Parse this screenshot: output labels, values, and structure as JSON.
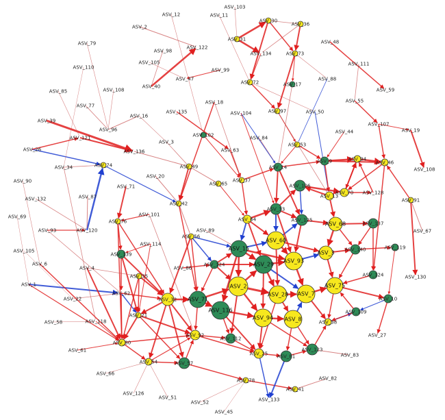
{
  "colors": {
    "edge_positive": "#e02020",
    "edge_positive_light": "#c85050",
    "edge_negative": "#2040d0",
    "node_yellow": "#f7e81e",
    "node_green": "#2e8b57",
    "node_stroke": "#333333",
    "label": "#222222"
  },
  "network": {
    "nodes": [
      {
        "label": "ASV_103",
        "type": "none"
      },
      {
        "label": "ASV_12",
        "type": "none"
      },
      {
        "label": "ASV_11",
        "type": "none"
      },
      {
        "label": "ASV_2",
        "type": "none"
      },
      {
        "label": "ASV_79",
        "type": "none"
      },
      {
        "label": "ASV_98",
        "type": "none"
      },
      {
        "label": "ASV_122",
        "type": "none"
      },
      {
        "label": "ASV_105",
        "type": "none"
      },
      {
        "label": "ASV_110",
        "type": "none"
      },
      {
        "label": "ASV_99",
        "type": "none"
      },
      {
        "label": "ASV_47",
        "type": "none"
      },
      {
        "label": "ASV_40",
        "type": "none"
      },
      {
        "label": "ASV_108",
        "type": "none"
      },
      {
        "label": "ASV_85",
        "type": "none"
      },
      {
        "label": "ASV_77",
        "type": "none"
      },
      {
        "label": "ASV_16",
        "type": "none"
      },
      {
        "label": "ASV_18",
        "type": "none"
      },
      {
        "label": "ASV_135",
        "type": "none"
      },
      {
        "label": "ASV_39",
        "type": "none"
      },
      {
        "label": "ASV_121",
        "type": "none"
      },
      {
        "label": "ASV_96",
        "type": "none"
      },
      {
        "label": "ASV_136",
        "type": "none"
      },
      {
        "label": "ASV_3",
        "type": "none"
      },
      {
        "label": "ASV_102",
        "type": "green"
      },
      {
        "label": "ASV_63",
        "type": "none"
      },
      {
        "label": "ASV_26",
        "type": "none"
      },
      {
        "label": "ASV_34",
        "type": "none"
      },
      {
        "label": "ASV_74",
        "type": "yellow"
      },
      {
        "label": "ASV_20",
        "type": "none"
      },
      {
        "label": "ASV_49",
        "type": "yellow"
      },
      {
        "label": "ASV_65",
        "type": "yellow"
      },
      {
        "label": "ASV_90",
        "type": "none"
      },
      {
        "label": "ASV_87",
        "type": "none"
      },
      {
        "label": "ASV_132",
        "type": "none"
      },
      {
        "label": "ASV_71",
        "type": "none"
      },
      {
        "label": "ASV_42",
        "type": "yellow"
      },
      {
        "label": "ASV_69",
        "type": "none"
      },
      {
        "label": "ASV_120",
        "type": "none"
      },
      {
        "label": "ASV_101",
        "type": "none"
      },
      {
        "label": "ASV_93",
        "type": "none"
      },
      {
        "label": "ASV_76",
        "type": "yellow"
      },
      {
        "label": "ASV_114",
        "type": "none"
      },
      {
        "label": "ASV_56",
        "type": "yellow"
      },
      {
        "label": "ASV_105b",
        "display": "ASV_105",
        "type": "none"
      },
      {
        "label": "ASV_139",
        "type": "green"
      },
      {
        "label": "ASV_6",
        "type": "none"
      },
      {
        "label": "ASV_4",
        "type": "none"
      },
      {
        "label": "ASV_86",
        "type": "none"
      },
      {
        "label": "ASV_1",
        "type": "none"
      },
      {
        "label": "ASV_35",
        "type": "yellow"
      },
      {
        "label": "ASV_22",
        "type": "none"
      },
      {
        "label": "ASV_62",
        "type": "none"
      },
      {
        "label": "ASV_32",
        "type": "yellow"
      },
      {
        "label": "ASV_58",
        "type": "none"
      },
      {
        "label": "ASV_118",
        "type": "none"
      },
      {
        "label": "ASV_21",
        "type": "yellow"
      },
      {
        "label": "ASV_61",
        "type": "none"
      },
      {
        "label": "ASV_80",
        "type": "yellow"
      },
      {
        "label": "ASV_54",
        "type": "yellow"
      },
      {
        "label": "ASV_66",
        "type": "none"
      },
      {
        "label": "ASV_126",
        "type": "none"
      },
      {
        "label": "ASV_51",
        "type": "none"
      },
      {
        "label": "ASV_52",
        "type": "none"
      },
      {
        "label": "ASV_45",
        "type": "none"
      },
      {
        "label": "ASV_133",
        "type": "none"
      },
      {
        "label": "ASV_78",
        "type": "yellow"
      },
      {
        "label": "ASV_41",
        "type": "yellow"
      },
      {
        "label": "ASV_82",
        "type": "none"
      },
      {
        "label": "ASV_83",
        "type": "none"
      },
      {
        "label": "ASV_27",
        "type": "none"
      },
      {
        "label": "ASV_130",
        "type": "none"
      },
      {
        "label": "ASV_67",
        "type": "none"
      },
      {
        "label": "ASV_91",
        "type": "yellow"
      },
      {
        "label": "ASV_108b",
        "display": "ASV_108",
        "type": "none"
      },
      {
        "label": "ASV_19",
        "type": "none"
      },
      {
        "label": "ASV_107",
        "type": "none"
      },
      {
        "label": "ASV_55",
        "type": "none"
      },
      {
        "label": "ASV_59",
        "type": "none"
      },
      {
        "label": "ASV_48",
        "type": "none"
      },
      {
        "label": "ASV_111",
        "type": "none"
      },
      {
        "label": "ASV_30",
        "type": "yellow"
      },
      {
        "label": "ASV_36",
        "type": "yellow"
      },
      {
        "label": "ASV_31",
        "type": "yellow"
      },
      {
        "label": "ASV_134",
        "type": "none"
      },
      {
        "label": "ASV_73",
        "type": "yellow"
      },
      {
        "label": "ASV_72",
        "type": "yellow"
      },
      {
        "label": "ASV_17",
        "type": "green"
      },
      {
        "label": "ASV_88",
        "type": "none"
      },
      {
        "label": "ASV_97",
        "type": "yellow"
      },
      {
        "label": "ASV_50",
        "type": "none"
      },
      {
        "label": "ASV_104",
        "type": "none"
      },
      {
        "label": "ASV_84",
        "type": "none"
      },
      {
        "label": "ASV_53",
        "type": "yellow"
      },
      {
        "label": "ASV_44",
        "type": "none"
      },
      {
        "label": "ASV_37",
        "type": "yellow"
      },
      {
        "label": "ASV_46",
        "type": "yellow"
      },
      {
        "label": "ASV_94",
        "type": "yellow"
      },
      {
        "label": "ASV_9",
        "type": "green"
      },
      {
        "label": "ASV_14",
        "type": "green"
      },
      {
        "label": "ASV_13",
        "type": "yellow"
      },
      {
        "label": "ASV_106",
        "type": "green"
      },
      {
        "label": "ASV_70",
        "type": "yellow"
      },
      {
        "label": "ASV_128",
        "type": "none"
      },
      {
        "label": "ASV_33",
        "type": "green"
      },
      {
        "label": "ASV_64",
        "type": "yellow"
      },
      {
        "label": "ASV_125",
        "type": "green"
      },
      {
        "label": "ASV_68",
        "type": "yellow"
      },
      {
        "label": "ASV_137",
        "type": "green"
      },
      {
        "label": "ASV_60",
        "type": "yellow"
      },
      {
        "label": "ASV_140",
        "type": "green"
      },
      {
        "label": "ASV_119",
        "type": "green"
      },
      {
        "label": "ASV_15",
        "type": "green"
      },
      {
        "label": "ASV_93b",
        "display": "ASV_93",
        "type": "yellow"
      },
      {
        "label": "ASV_3b",
        "display": "ASV_3",
        "type": "yellow"
      },
      {
        "label": "ASV_124",
        "type": "green"
      },
      {
        "label": "ASV_124b",
        "display": "ASV_124",
        "type": "green"
      },
      {
        "label": "ASV_29",
        "type": "green"
      },
      {
        "label": "ASV_28",
        "type": "yellow"
      },
      {
        "label": "ASV_7",
        "type": "yellow"
      },
      {
        "label": "ASV_75",
        "type": "yellow"
      },
      {
        "label": "ASV_10",
        "type": "green"
      },
      {
        "label": "ASV_109",
        "type": "green"
      },
      {
        "label": "ASV_2b",
        "display": "ASV_2",
        "type": "yellow"
      },
      {
        "label": "ASV_71b",
        "display": "ASV_71",
        "type": "green"
      },
      {
        "label": "ASV_116",
        "type": "green"
      },
      {
        "label": "ASV_94b",
        "display": "ASV_94",
        "type": "yellow"
      },
      {
        "label": "ASV_8",
        "type": "yellow"
      },
      {
        "label": "ASV_38",
        "type": "yellow"
      },
      {
        "label": "ASV_112",
        "type": "green"
      },
      {
        "label": "ASV_92",
        "type": "yellow"
      },
      {
        "label": "ASV_57",
        "type": "green"
      },
      {
        "label": "ASV_25",
        "type": "yellow"
      },
      {
        "label": "ASV_81",
        "type": "green"
      },
      {
        "label": "ASV_123",
        "type": "green"
      },
      {
        "label": "ASV_89",
        "type": "none"
      }
    ]
  }
}
